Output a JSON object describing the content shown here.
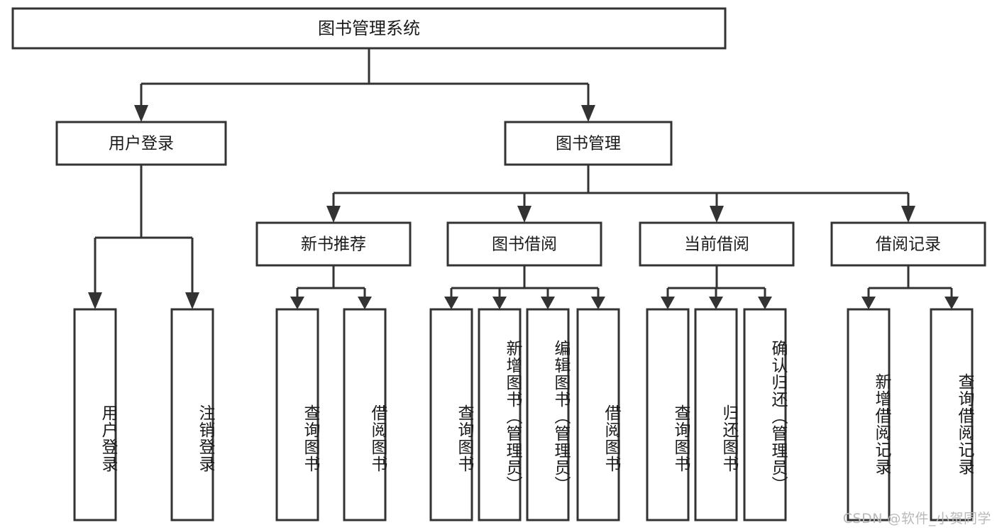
{
  "diagram": {
    "title": "图书管理系统",
    "type": "hierarchy-tree",
    "orientation": "top-down",
    "background_color": "#ffffff",
    "line_color": "#333333",
    "text_color": "#1a1a1a",
    "levels": 4,
    "root": {
      "label": "图书管理系统",
      "id": "root"
    },
    "level2": [
      {
        "id": "user-login",
        "label": "用户登录"
      },
      {
        "id": "book-manage",
        "label": "图书管理"
      }
    ],
    "level3": [
      {
        "id": "new-book-rec",
        "label": "新书推荐",
        "parent": "book-manage"
      },
      {
        "id": "book-borrow",
        "label": "图书借阅",
        "parent": "book-manage"
      },
      {
        "id": "current-borrow",
        "label": "当前借阅",
        "parent": "book-manage"
      },
      {
        "id": "borrow-record",
        "label": "借阅记录",
        "parent": "book-manage"
      }
    ],
    "leaves": {
      "user_login": [
        {
          "id": "leaf-user-login",
          "label": "用户登录"
        },
        {
          "id": "leaf-logout",
          "label": "注销登录"
        }
      ],
      "new_book_rec": [
        {
          "id": "leaf-query-book-1",
          "label": "查询图书"
        },
        {
          "id": "leaf-borrow-book-1",
          "label": "借阅图书"
        }
      ],
      "book_borrow": [
        {
          "id": "leaf-query-book-2",
          "label": "查询图书"
        },
        {
          "id": "leaf-add-book",
          "label": "新增图书（管理员）"
        },
        {
          "id": "leaf-edit-book",
          "label": "编辑图书（管理员）"
        },
        {
          "id": "leaf-borrow-book-2",
          "label": "借阅图书"
        }
      ],
      "current_borrow": [
        {
          "id": "leaf-query-book-3",
          "label": "查询图书"
        },
        {
          "id": "leaf-return-book",
          "label": "归还图书"
        },
        {
          "id": "leaf-confirm-return",
          "label": "确认归还（管理员）"
        }
      ],
      "borrow_record": [
        {
          "id": "leaf-add-record",
          "label": "新增借阅记录"
        },
        {
          "id": "leaf-query-record",
          "label": "查询借阅记录"
        }
      ]
    }
  },
  "watermark": {
    "text": "CSDN @软件_小贺同学"
  }
}
